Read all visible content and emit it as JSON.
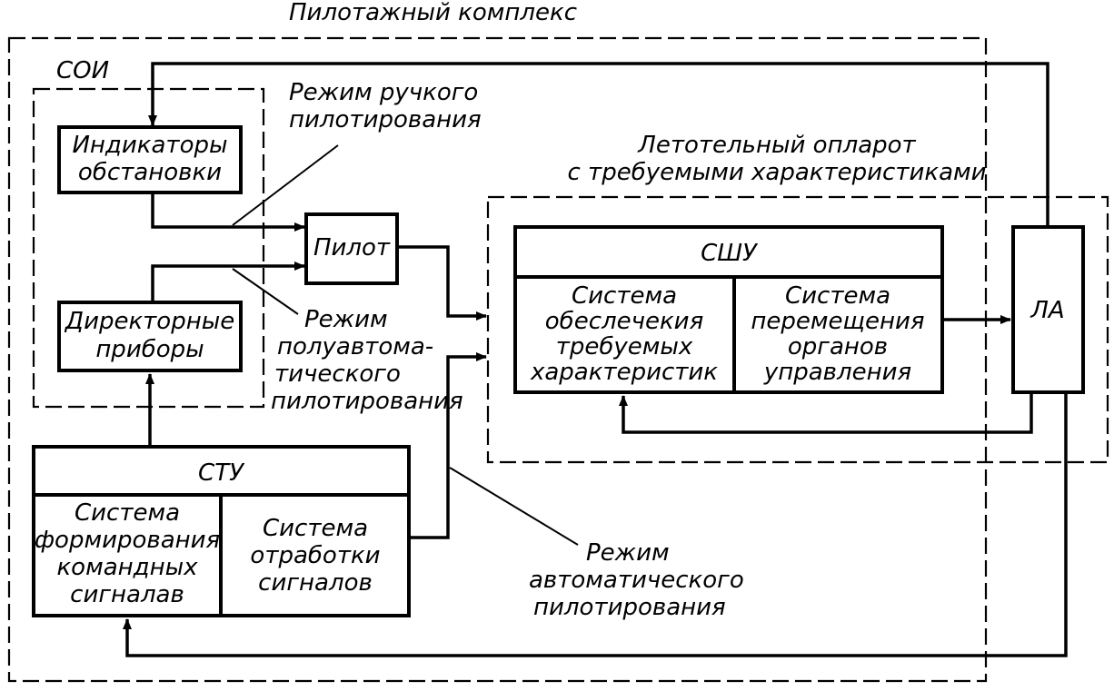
{
  "title": "Пилотажный комплекс",
  "soi": {
    "label": "СОИ"
  },
  "indicators": {
    "line1": "Индикаторы",
    "line2": "обстановки"
  },
  "director": {
    "line1": "Директорные",
    "line2": "приборы"
  },
  "pilot": {
    "label": "Пилот"
  },
  "stu": {
    "title": "СТУ",
    "left": [
      "Система",
      "формирования",
      "командных",
      "сигналав"
    ],
    "right": [
      "Система",
      "отработки",
      "сигналов"
    ]
  },
  "la_group": {
    "line1": "Летотельный опларот",
    "line2": "с требуемыми характеристиками"
  },
  "sshu": {
    "title": "СШУ",
    "left": [
      "Система",
      "обеслечекия",
      "требуемых",
      "характеристик"
    ],
    "right": [
      "Система",
      "перемещения",
      "органов",
      "управления"
    ]
  },
  "la": {
    "label": "ЛА"
  },
  "mode_manual": [
    "Режим ручкого",
    "пилотирования"
  ],
  "mode_semi": [
    "Режим",
    "полуавтома-",
    "тического",
    "пилотирования"
  ],
  "mode_auto": [
    "Режим",
    "автоматического",
    "пилотирования"
  ]
}
